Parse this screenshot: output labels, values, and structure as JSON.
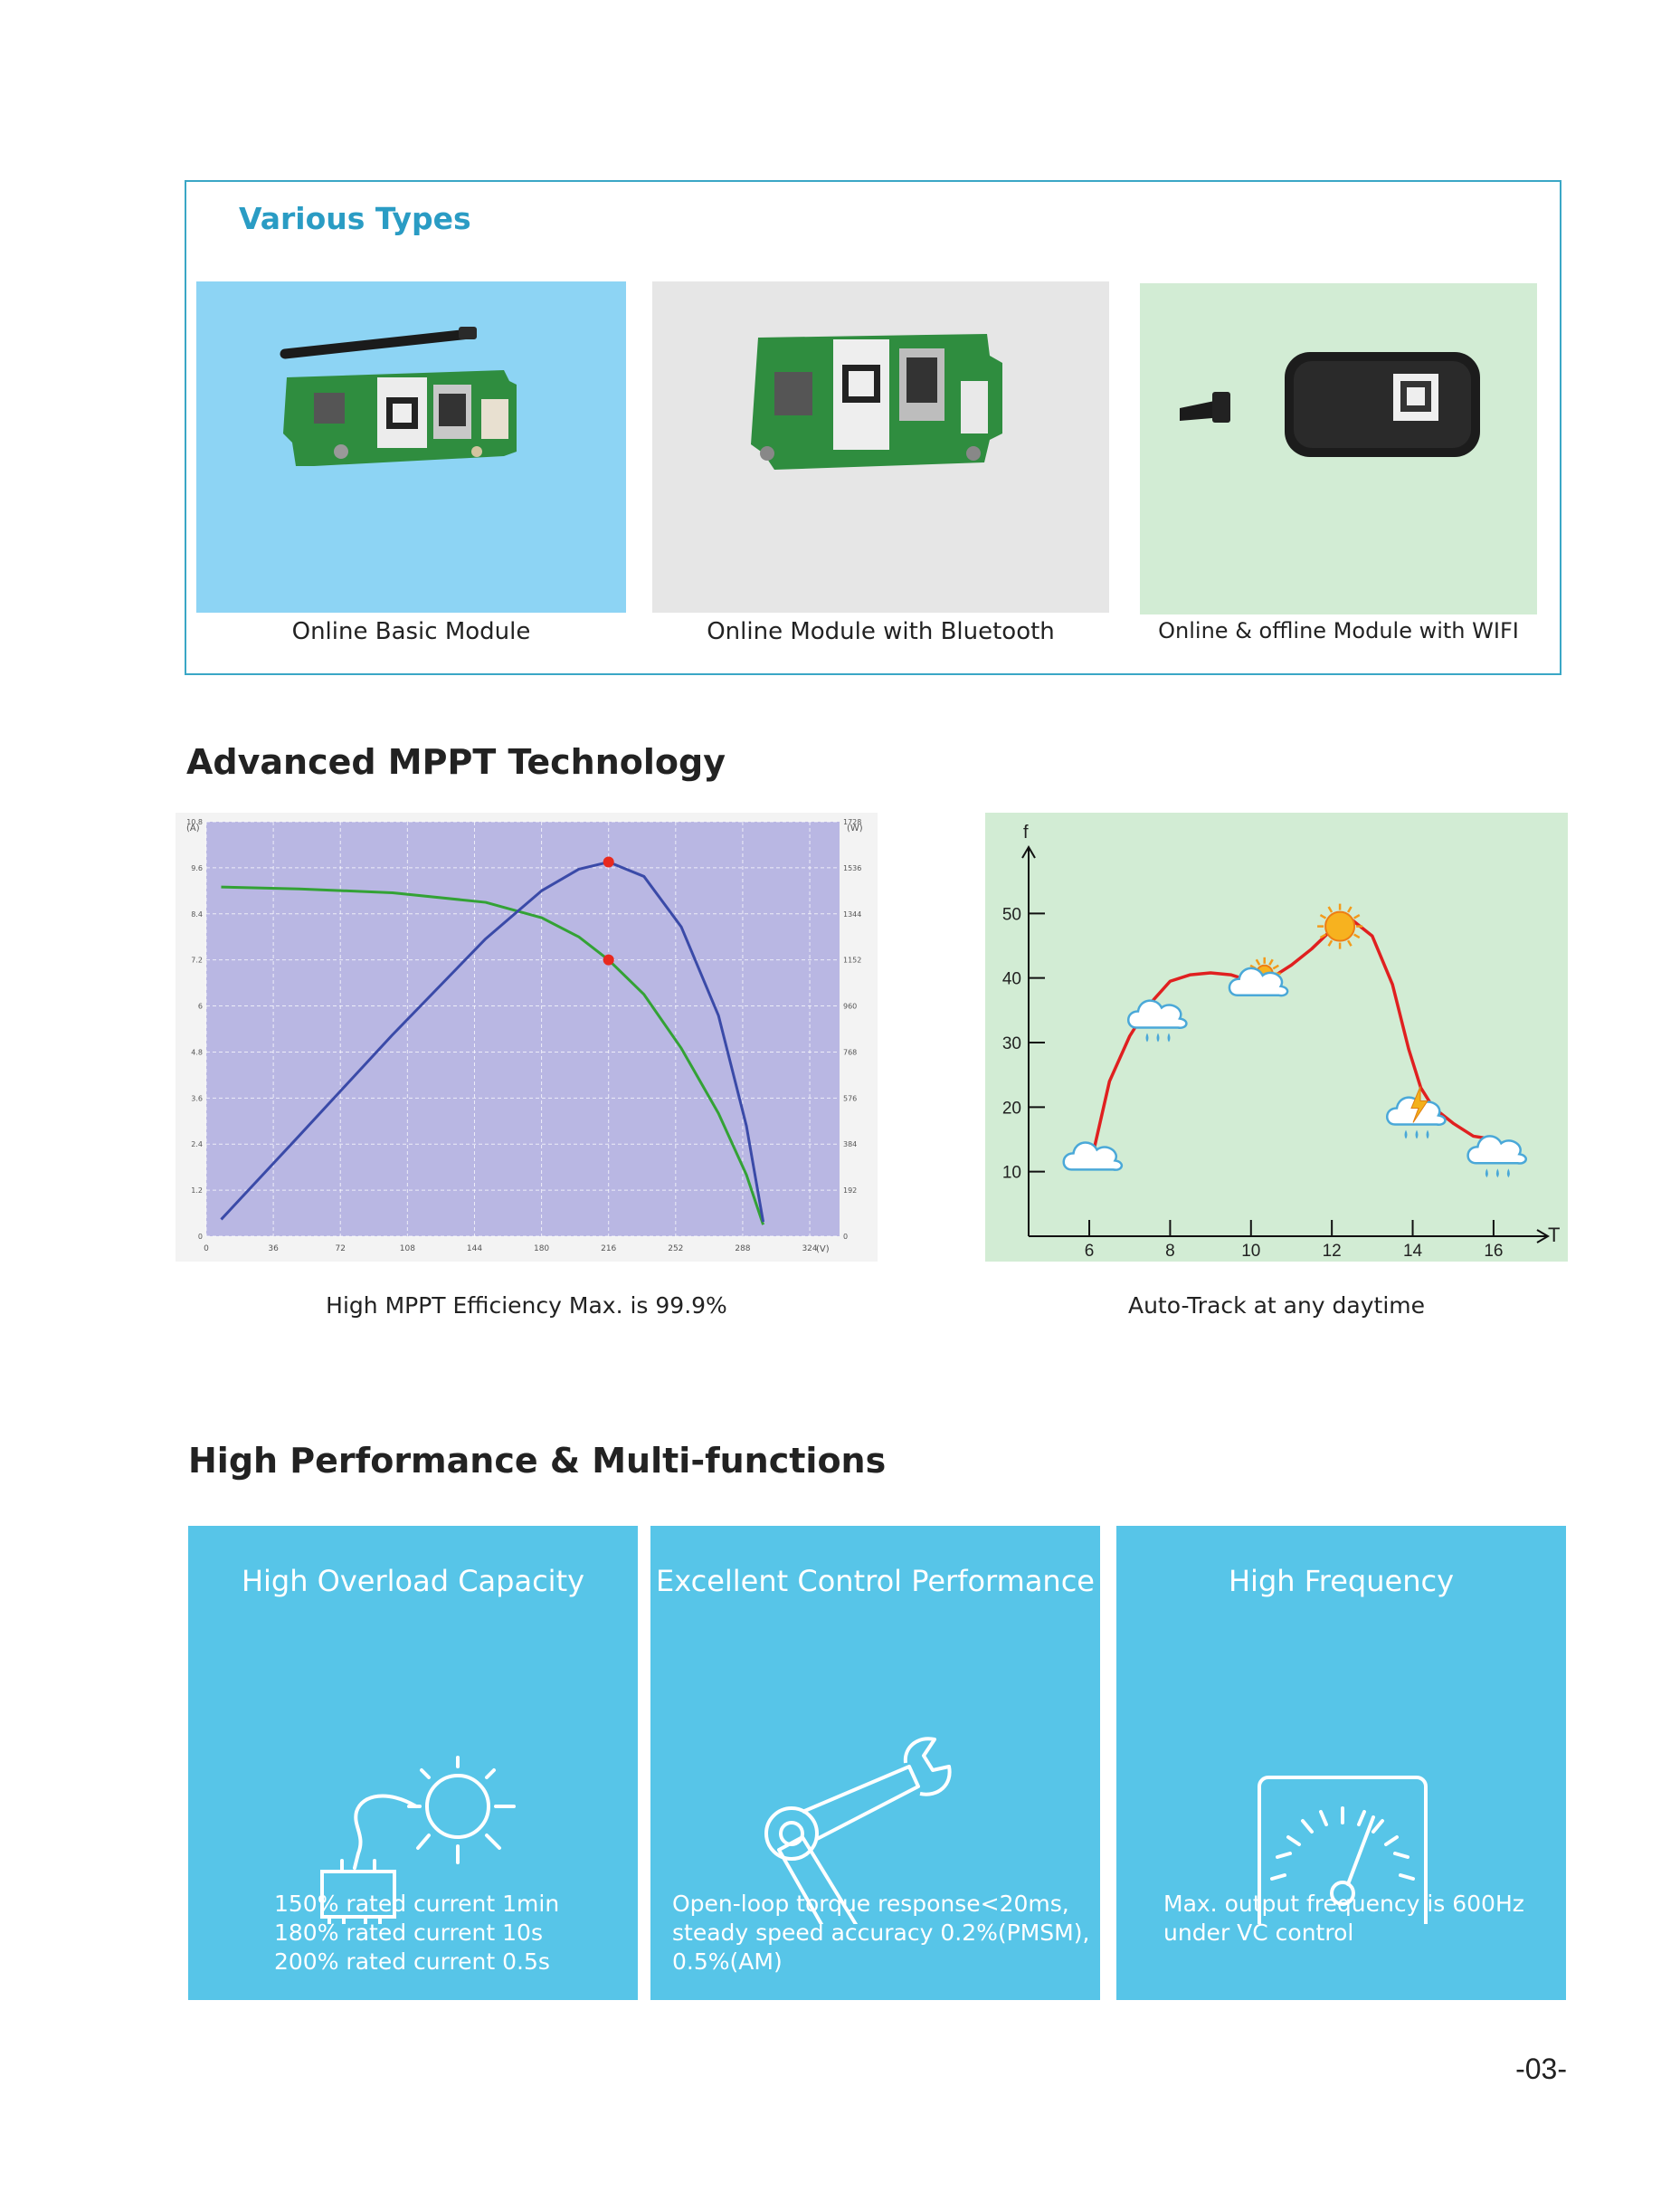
{
  "types_section": {
    "title": "Various Types",
    "modules": [
      {
        "label": "Online Basic Module"
      },
      {
        "label": "Online Module with Bluetooth"
      },
      {
        "label": "Online & offline Module with WIFI"
      }
    ]
  },
  "mppt_section": {
    "heading": "Advanced MPPT Technology",
    "mppt_caption": "High MPPT Efficiency Max. is 99.9%",
    "track_caption": "Auto-Track  at any daytime"
  },
  "chart_data": [
    {
      "type": "line",
      "title": "",
      "xlabel": "(V)",
      "ylabel": "(A)",
      "y2label": "(W)",
      "x_ticks": [
        0,
        36,
        72,
        108,
        144,
        180,
        216,
        252,
        288,
        324
      ],
      "y_ticks": [
        0,
        1.2,
        2.4,
        3.6,
        4.8,
        6,
        7.2,
        8.4,
        9.6,
        10.8
      ],
      "y2_ticks": [
        0,
        192,
        384,
        576,
        768,
        960,
        1152,
        1344,
        1536,
        1728
      ],
      "xlim": [
        0,
        340
      ],
      "ylim": [
        0,
        10.8
      ],
      "grid": true,
      "series": [
        {
          "color": "#33a235",
          "axis": "left",
          "x": [
            8,
            50,
            100,
            150,
            180,
            200,
            216,
            235,
            255,
            275,
            290,
            299
          ],
          "y": [
            9.1,
            9.05,
            8.95,
            8.7,
            8.3,
            7.8,
            7.2,
            6.3,
            4.9,
            3.2,
            1.6,
            0.3
          ]
        },
        {
          "color": "#3a4aa8",
          "axis": "right",
          "x": [
            8,
            50,
            100,
            150,
            180,
            200,
            216,
            235,
            255,
            275,
            290,
            299
          ],
          "y": [
            70,
            420,
            840,
            1240,
            1440,
            1530,
            1560,
            1500,
            1290,
            920,
            460,
            60
          ]
        }
      ],
      "markers": [
        {
          "x": 216,
          "y": 7.2,
          "axis": "left",
          "color": "#e8291e"
        },
        {
          "x": 216,
          "y": 1560,
          "axis": "right",
          "color": "#e8291e"
        }
      ]
    },
    {
      "type": "line",
      "title": "",
      "xlabel": "T",
      "ylabel": "f",
      "x_ticks": [
        6,
        8,
        10,
        12,
        14,
        16
      ],
      "y_ticks": [
        10,
        20,
        30,
        40,
        50
      ],
      "xlim": [
        4.5,
        17.3
      ],
      "ylim": [
        0,
        60
      ],
      "grid": false,
      "series": [
        {
          "color": "#e02020",
          "x": [
            6.1,
            6.5,
            7,
            7.5,
            8,
            8.5,
            9,
            9.5,
            10,
            10.5,
            11,
            11.5,
            12,
            12.5,
            13,
            13.5,
            13.9,
            14.2,
            14.5,
            15,
            15.5,
            16
          ],
          "y": [
            13,
            24,
            31,
            36,
            39.5,
            40.5,
            40.8,
            40.5,
            39.5,
            40,
            42,
            44.5,
            47.5,
            49,
            46.5,
            39,
            29,
            23,
            20,
            17.5,
            15.5,
            15
          ]
        }
      ],
      "weather_icons": [
        {
          "x": 6.1,
          "y": 12,
          "icon": "cloud-icon"
        },
        {
          "x": 7.7,
          "y": 34,
          "icon": "rain-cloud-icon"
        },
        {
          "x": 10.2,
          "y": 39,
          "icon": "sun-cloud-icon"
        },
        {
          "x": 12.2,
          "y": 48,
          "icon": "sun-icon"
        },
        {
          "x": 14.1,
          "y": 19,
          "icon": "storm-cloud-icon"
        },
        {
          "x": 16.1,
          "y": 13,
          "icon": "rain-cloud-icon"
        }
      ]
    }
  ],
  "performance_section": {
    "heading": "High Performance & Multi-functions",
    "features": [
      {
        "title": "High Overload Capacity",
        "icon": "solar-plug-icon",
        "lines": [
          "150% rated current 1min",
          "180% rated current 10s",
          "200% rated current 0.5s"
        ]
      },
      {
        "title": "Excellent Control Performance",
        "icon": "robot-arm-wrench-icon",
        "lines": [
          "Open-loop torque response<20ms,",
          "steady speed accuracy 0.2%(PMSM),",
          "0.5%(AM)"
        ]
      },
      {
        "title": "High Frequency",
        "icon": "gauge-icon",
        "lines": [
          "Max. output frequency is 600Hz",
          "under VC control"
        ]
      }
    ]
  },
  "page_number": "-03-",
  "colors": {
    "accent": "#2a9cc4",
    "feature_bg": "#57c5e8",
    "chart_bg": "#b9b7e3",
    "track_bg": "#d2ecd4"
  }
}
